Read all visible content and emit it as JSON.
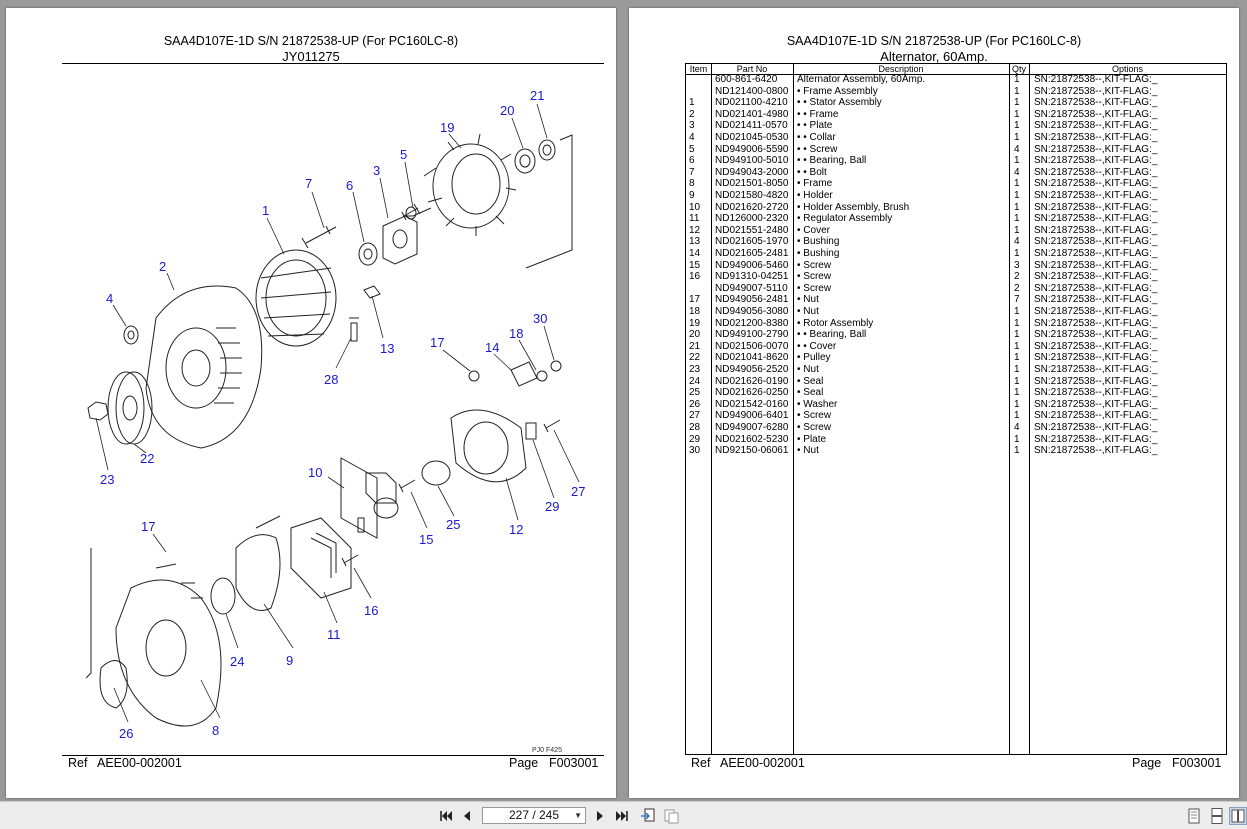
{
  "left_page": {
    "title": "SAA4D107E-1D S/N 21872538-UP (For PC160LC-8)",
    "subtitle": "JY011275",
    "ref_label": "Ref",
    "ref_value": "AEE00-002001",
    "page_label": "Page",
    "page_value": "F003001",
    "diagram_code": "PJ0 F425",
    "callouts": [
      "21",
      "20",
      "19",
      "5",
      "3",
      "7",
      "6",
      "1",
      "2",
      "4",
      "30",
      "18",
      "17",
      "14",
      "13",
      "28",
      "22",
      "23",
      "10",
      "15",
      "25",
      "12",
      "29",
      "27",
      "17",
      "16",
      "11",
      "9",
      "24",
      "26",
      "8"
    ]
  },
  "right_page": {
    "title": "SAA4D107E-1D S/N 21872538-UP (For PC160LC-8)",
    "subtitle": "Alternator, 60Amp.",
    "ref_label": "Ref",
    "ref_value": "AEE00-002001",
    "page_label": "Page",
    "page_value": "F003001",
    "table": {
      "headers": {
        "item": "Item",
        "part_no": "Part No",
        "description": "Description",
        "qty": "Qty",
        "options": "Options"
      },
      "rows": [
        {
          "item": "",
          "part_no": "600-861-6420",
          "description": "Alternator Assembly, 60Amp.",
          "qty": "1",
          "options": "SN:21872538--,KIT-FLAG:_"
        },
        {
          "item": "",
          "part_no": "ND121400-0800",
          "description": "• Frame Assembly",
          "qty": "1",
          "options": "SN:21872538--,KIT-FLAG:_"
        },
        {
          "item": "1",
          "part_no": "ND021100-4210",
          "description": "• • Stator Assembly",
          "qty": "1",
          "options": "SN:21872538--,KIT-FLAG:_"
        },
        {
          "item": "2",
          "part_no": "ND021401-4980",
          "description": "• • Frame",
          "qty": "1",
          "options": "SN:21872538--,KIT-FLAG:_"
        },
        {
          "item": "3",
          "part_no": "ND021411-0570",
          "description": "• • Plate",
          "qty": "1",
          "options": "SN:21872538--,KIT-FLAG:_"
        },
        {
          "item": "4",
          "part_no": "ND021045-0530",
          "description": "• • Collar",
          "qty": "1",
          "options": "SN:21872538--,KIT-FLAG:_"
        },
        {
          "item": "5",
          "part_no": "ND949006-5590",
          "description": "• • Screw",
          "qty": "4",
          "options": "SN:21872538--,KIT-FLAG:_"
        },
        {
          "item": "6",
          "part_no": "ND949100-5010",
          "description": "• • Bearing, Ball",
          "qty": "1",
          "options": "SN:21872538--,KIT-FLAG:_"
        },
        {
          "item": "7",
          "part_no": "ND949043-2000",
          "description": "• • Bolt",
          "qty": "4",
          "options": "SN:21872538--,KIT-FLAG:_"
        },
        {
          "item": "8",
          "part_no": "ND021501-8050",
          "description": "• Frame",
          "qty": "1",
          "options": "SN:21872538--,KIT-FLAG:_"
        },
        {
          "item": "9",
          "part_no": "ND021580-4820",
          "description": "• Holder",
          "qty": "1",
          "options": "SN:21872538--,KIT-FLAG:_"
        },
        {
          "item": "10",
          "part_no": "ND021620-2720",
          "description": "• Holder Assembly, Brush",
          "qty": "1",
          "options": "SN:21872538--,KIT-FLAG:_"
        },
        {
          "item": "11",
          "part_no": "ND126000-2320",
          "description": "• Regulator Assembly",
          "qty": "1",
          "options": "SN:21872538--,KIT-FLAG:_"
        },
        {
          "item": "12",
          "part_no": "ND021551-2480",
          "description": "• Cover",
          "qty": "1",
          "options": "SN:21872538--,KIT-FLAG:_"
        },
        {
          "item": "13",
          "part_no": "ND021605-1970",
          "description": "• Bushing",
          "qty": "4",
          "options": "SN:21872538--,KIT-FLAG:_"
        },
        {
          "item": "14",
          "part_no": "ND021605-2481",
          "description": "• Bushing",
          "qty": "1",
          "options": "SN:21872538--,KIT-FLAG:_"
        },
        {
          "item": "15",
          "part_no": "ND949006-5460",
          "description": "• Screw",
          "qty": "3",
          "options": "SN:21872538--,KIT-FLAG:_"
        },
        {
          "item": "16",
          "part_no": "ND91310-04251",
          "description": "• Screw",
          "qty": "2",
          "options": "SN:21872538--,KIT-FLAG:_"
        },
        {
          "item": "",
          "part_no": "ND949007-5110",
          "description": "• Screw",
          "qty": "2",
          "options": "SN:21872538--,KIT-FLAG:_"
        },
        {
          "item": "17",
          "part_no": "ND949056-2481",
          "description": "• Nut",
          "qty": "7",
          "options": "SN:21872538--,KIT-FLAG:_"
        },
        {
          "item": "18",
          "part_no": "ND949056-3080",
          "description": "• Nut",
          "qty": "1",
          "options": "SN:21872538--,KIT-FLAG:_"
        },
        {
          "item": "19",
          "part_no": "ND021200-8380",
          "description": "• Rotor Assembly",
          "qty": "1",
          "options": "SN:21872538--,KIT-FLAG:_"
        },
        {
          "item": "20",
          "part_no": "ND949100-2790",
          "description": "• • Bearing, Ball",
          "qty": "1",
          "options": "SN:21872538--,KIT-FLAG:_"
        },
        {
          "item": "21",
          "part_no": "ND021506-0070",
          "description": "• • Cover",
          "qty": "1",
          "options": "SN:21872538--,KIT-FLAG:_"
        },
        {
          "item": "22",
          "part_no": "ND021041-8620",
          "description": "• Pulley",
          "qty": "1",
          "options": "SN:21872538--,KIT-FLAG:_"
        },
        {
          "item": "23",
          "part_no": "ND949056-2520",
          "description": "• Nut",
          "qty": "1",
          "options": "SN:21872538--,KIT-FLAG:_"
        },
        {
          "item": "24",
          "part_no": "ND021626-0190",
          "description": "• Seal",
          "qty": "1",
          "options": "SN:21872538--,KIT-FLAG:_"
        },
        {
          "item": "25",
          "part_no": "ND021626-0250",
          "description": "• Seal",
          "qty": "1",
          "options": "SN:21872538--,KIT-FLAG:_"
        },
        {
          "item": "26",
          "part_no": "ND021542-0160",
          "description": "• Washer",
          "qty": "1",
          "options": "SN:21872538--,KIT-FLAG:_"
        },
        {
          "item": "27",
          "part_no": "ND949006-6401",
          "description": "• Screw",
          "qty": "1",
          "options": "SN:21872538--,KIT-FLAG:_"
        },
        {
          "item": "28",
          "part_no": "ND949007-6280",
          "description": "• Screw",
          "qty": "4",
          "options": "SN:21872538--,KIT-FLAG:_"
        },
        {
          "item": "29",
          "part_no": "ND021602-5230",
          "description": "• Plate",
          "qty": "1",
          "options": "SN:21872538--,KIT-FLAG:_"
        },
        {
          "item": "30",
          "part_no": "ND92150-06061",
          "description": "• Nut",
          "qty": "1",
          "options": "SN:21872538--,KIT-FLAG:_"
        }
      ]
    }
  },
  "toolbar": {
    "page_indicator": "227 / 245",
    "icons": [
      "first-page-icon",
      "prev-page-icon",
      "next-page-icon",
      "last-page-icon",
      "fit-width-icon",
      "fit-page-icon",
      "single-page-view-icon",
      "continuous-view-icon",
      "facing-view-icon"
    ]
  }
}
